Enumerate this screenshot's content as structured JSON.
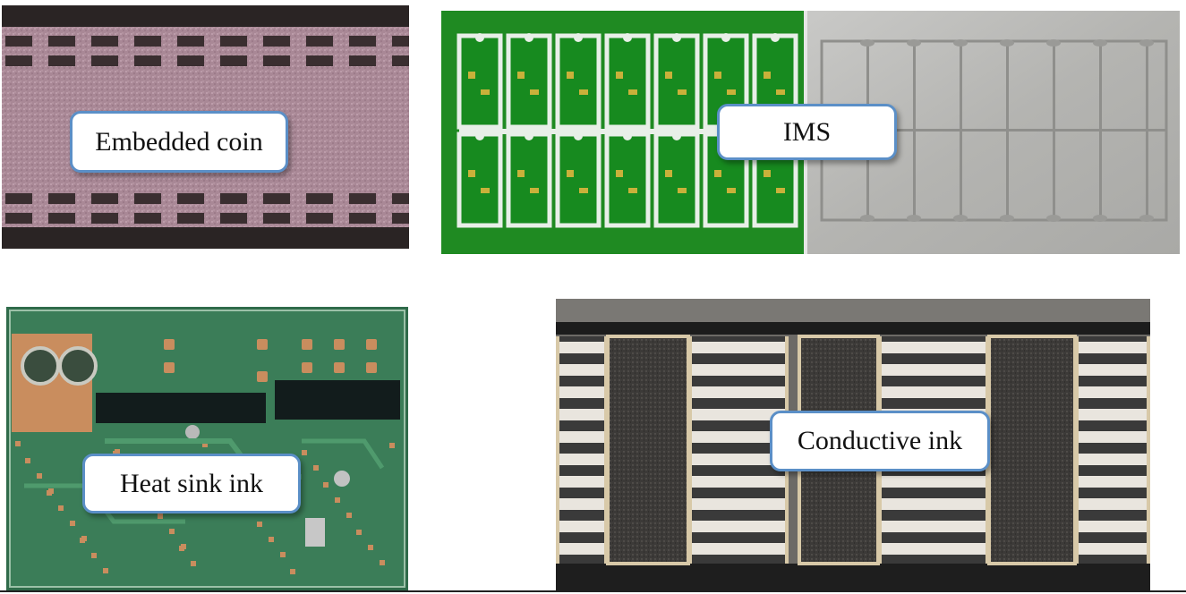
{
  "panels": [
    {
      "id": "embedded-coin",
      "label": "Embedded coin"
    },
    {
      "id": "ims",
      "label": "IMS"
    },
    {
      "id": "heat-sink-ink",
      "label": "Heat sink ink"
    },
    {
      "id": "conductive-ink",
      "label": "Conductive ink"
    }
  ]
}
